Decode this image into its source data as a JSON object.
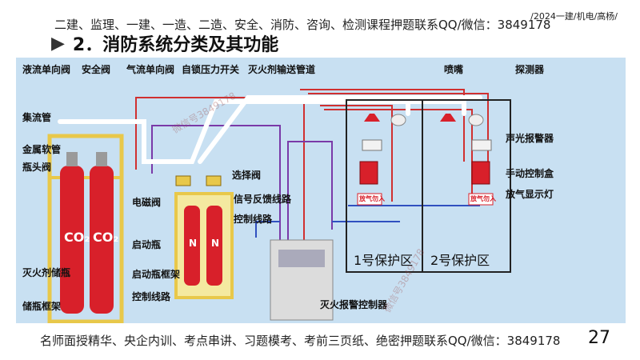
{
  "header": {
    "banner": "二建、监理、一建、一造、二造、安全、消防、咨询、检测课程押题联系QQ/微信：3849178",
    "tag": "/2024一建/机电/高杨/",
    "title_arrow": "▶",
    "title": "2．消防系统分类及其功能"
  },
  "diagram": {
    "labels": {
      "liquid_check_valve": "液流单向阀",
      "safety_valve": "安全阀",
      "gas_check_valve": "气流单向阀",
      "pressure_switch": "自锁压力开关",
      "agent_pipe": "灭火剂输送管道",
      "nozzle": "喷嘴",
      "detector": "探测器",
      "manifold": "集流管",
      "metal_hose": "金属软管",
      "bottle_valve": "瓶头阀",
      "selector_valve": "选择阀",
      "sound_light_alarm": "声光报警器",
      "manual_control_box": "手动控制盒",
      "discharge_indicator": "放气显示灯",
      "solenoid_valve": "电磁阀",
      "signal_feedback_line": "信号反馈线路",
      "control_line_1": "控制线路",
      "start_bottle": "启动瓶",
      "start_bottle_rack": "启动瓶框架",
      "control_line_2": "控制线路",
      "agent_storage_bottle": "灭火剂储瓶",
      "storage_rack": "储瓶框架",
      "fire_alarm_controller": "灭火报警控制器",
      "zone1": "1号保护区",
      "zone2": "2号保护区",
      "co2_a": "CO₂",
      "co2_b": "CO₂",
      "n2_a": "N",
      "n2_b": "N",
      "discharge_sign_1": "放气勿入",
      "discharge_sign_2": "放气勿入"
    },
    "colors": {
      "background": "#c8e0f2",
      "cylinder": "#d8202a",
      "rack": "#e8c84a",
      "pipe": "#ffffff",
      "wire_red": "#d03030",
      "wire_purple": "#7a3aa8",
      "wire_blue": "#3050c0"
    }
  },
  "footer": {
    "banner": "名师面授精华、央企内训、考点串讲、习题模考、考前三页纸、绝密押题联系QQ/微信：3849178",
    "page_number": "27"
  }
}
